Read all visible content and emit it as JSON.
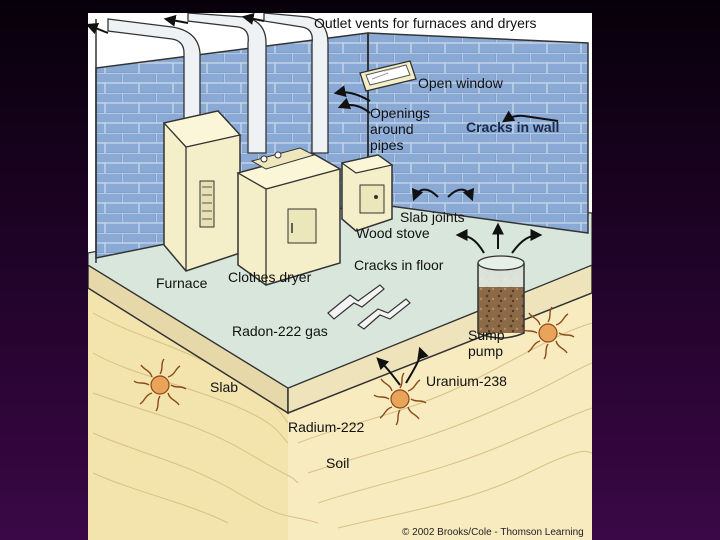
{
  "labels": {
    "outlet_vents": "Outlet vents for furnaces and dryers",
    "open_window": "Open window",
    "openings_around_pipes": "Openings\naround\npipes",
    "cracks_in_wall": "Cracks in wall",
    "slab_joints": "Slab joints",
    "wood_stove": "Wood stove",
    "cracks_in_floor": "Cracks in floor",
    "furnace": "Furnace",
    "clothes_dryer": "Clothes dryer",
    "radon_gas": "Radon-222 gas",
    "sump_pump": "Sump\npump",
    "uranium": "Uranium-238",
    "slab": "Slab",
    "radium": "Radium-222",
    "soil": "Soil"
  },
  "copyright": "© 2002 Brooks/Cole - Thomson Learning",
  "colors": {
    "brick": "#7fa0cc",
    "mortar": "#dde7f3",
    "floor": "#d8e6dc",
    "slab_edge": "#e7d8a9",
    "soil": "#f6e8b6",
    "appliance": "#f4efc8",
    "pipe": "#eef2f5",
    "sun": "#e9a35a"
  }
}
